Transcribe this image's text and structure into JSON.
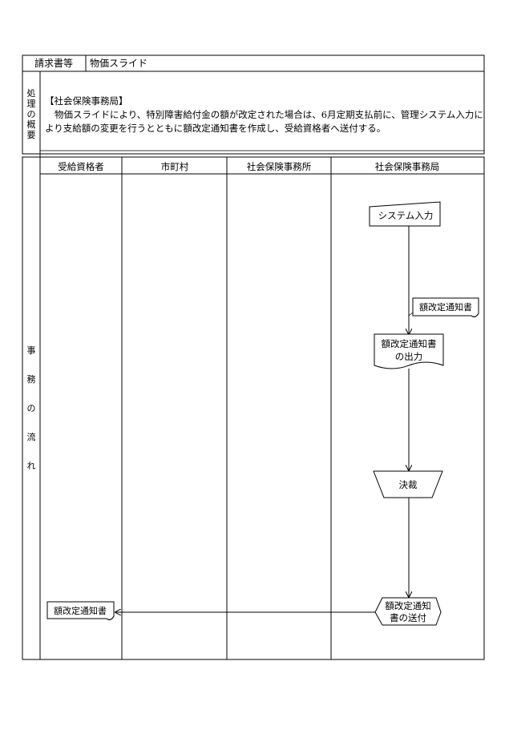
{
  "header": {
    "doc_label": "請求書等",
    "doc_value": "物価スライド"
  },
  "overview": {
    "side_label": [
      "処",
      "理",
      "の",
      "概",
      "要"
    ],
    "heading": "【社会保険事務局】",
    "body": "物価スライドにより、特別障害給付金の額が改定された場合は、6月定期支払前に、管理システム入力により支給額の変更を行うとともに額改定通知書を作成し、受給資格者へ送付する。"
  },
  "flow": {
    "side_label": [
      "事",
      "務",
      "の",
      "流",
      "れ"
    ],
    "lanes": [
      "受給資格者",
      "市町村",
      "社会保険事務所",
      "社会保険事務局"
    ],
    "steps": {
      "system_input": "システム入力",
      "doc_label": "額改定通知書",
      "output": [
        "額改定通知書",
        "の出力"
      ],
      "approval": "決裁",
      "send": [
        "額改定通知",
        "書の送付"
      ],
      "received_doc": "額改定通知書"
    }
  }
}
